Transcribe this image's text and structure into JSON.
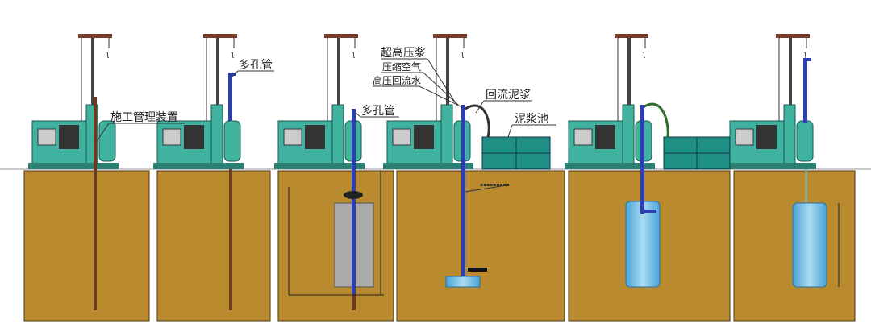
{
  "labels": {
    "control_device": "施工管理装置",
    "multi_hole_pipe_1": "多孔管",
    "multi_hole_pipe_2": "多孔管",
    "ultra_high_pressure_slurry": "超高压浆",
    "compressed_air": "压缩空气",
    "high_pressure_return_water": "高压回流水",
    "return_slurry": "回流泥浆",
    "slurry_tank": "泥浆池"
  },
  "colors": {
    "soil": "#b98a2e",
    "rig": "#3fb3a0",
    "pipe": "#2b3fb0",
    "rod": "#6b3a1e",
    "column": "#5fb2dd",
    "tank": "#1f8f86"
  }
}
